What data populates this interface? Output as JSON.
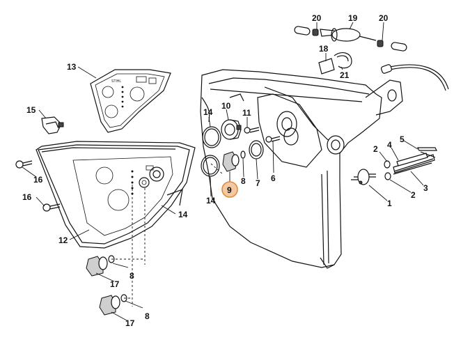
{
  "figure": {
    "highlight_color": "#e08a3c",
    "highlight_fill": "#f3c9a4"
  },
  "labels": {
    "p1": "1",
    "p2a": "2",
    "p2b": "2",
    "p3": "3",
    "p4": "4",
    "p5": "5",
    "p6": "6",
    "p7": "7",
    "p8a": "8",
    "p8b": "8",
    "p8c": "8",
    "p9": "9",
    "p10": "10",
    "p11": "11",
    "p12": "12",
    "p13": "13",
    "p14a": "14",
    "p14b": "14",
    "p14c": "14",
    "p15": "15",
    "p16a": "16",
    "p16b": "16",
    "p17a": "17",
    "p17b": "17",
    "p18": "18",
    "p19": "19",
    "p20a": "20",
    "p20b": "20",
    "p21": "21"
  }
}
